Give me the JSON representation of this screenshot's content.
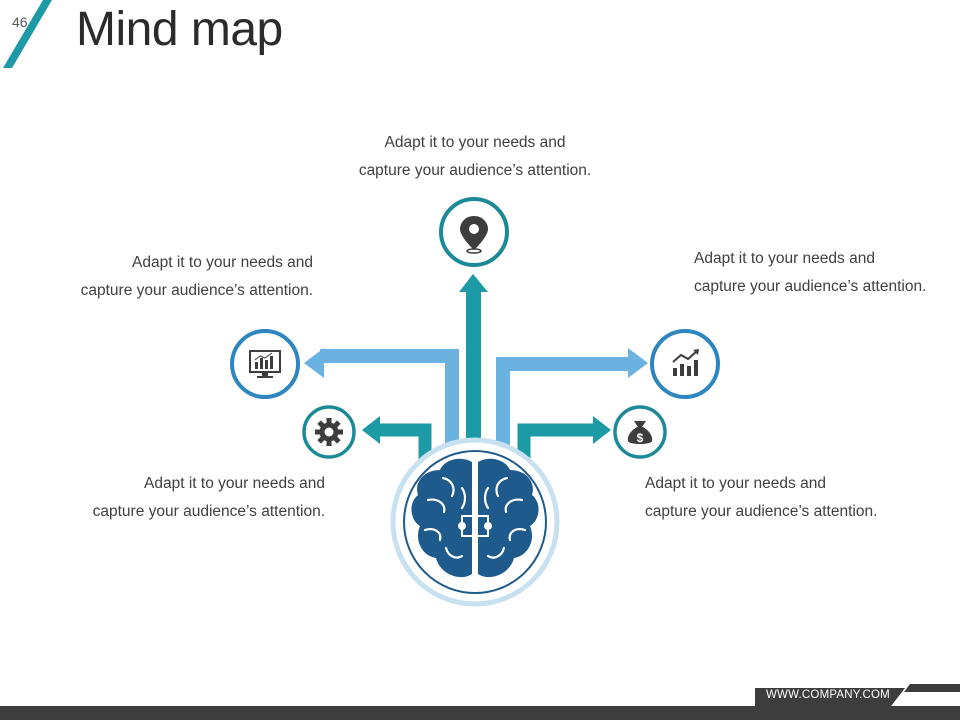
{
  "slide": {
    "number": "46",
    "title": "Mind map",
    "footer_url": "WWW.COMPANY.COM"
  },
  "colors": {
    "teal": "#1c9aa5",
    "light_blue": "#5aaadc",
    "blue": "#2e86c1",
    "navy": "#1f5a8c",
    "dark_grey": "#3d3d3d",
    "pale_ring": "#c7e1f0"
  },
  "nodes": [
    {
      "id": "top",
      "icon": "location-pin-icon",
      "line1": "Adapt it to your needs and",
      "line2": "capture your audience’s attention."
    },
    {
      "id": "upper-left",
      "icon": "monitor-chart-icon",
      "line1": "Adapt it to your needs and",
      "line2": "capture your audience’s attention."
    },
    {
      "id": "upper-right",
      "icon": "growth-chart-icon",
      "line1": "Adapt it to your needs and",
      "line2": "capture your audience’s attention."
    },
    {
      "id": "lower-left",
      "icon": "gear-icon",
      "line1": "Adapt it to your needs and",
      "line2": "capture your audience’s attention."
    },
    {
      "id": "lower-right",
      "icon": "money-bag-icon",
      "line1": "Adapt it to your needs and",
      "line2": "capture your audience’s attention."
    }
  ],
  "center": {
    "icon": "brain-icon"
  }
}
